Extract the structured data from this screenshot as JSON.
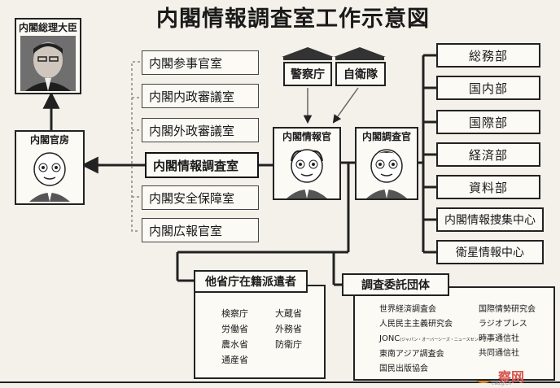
{
  "title": "内閣情報調査室工作示意図",
  "pm": {
    "label": "内閣総理大臣"
  },
  "cabinet_secretariat": {
    "label": "内閣官房"
  },
  "secretariat_offices": [
    "内閣参事官室",
    "内閣内政審議室",
    "内閣外政審議室",
    "内閣情報調査室",
    "内閣安全保障室",
    "内閣広報官室"
  ],
  "agencies": [
    "警察庁",
    "自衛隊"
  ],
  "director": {
    "label": "内閣情報官"
  },
  "investigator": {
    "label": "内閣調査官"
  },
  "departments": [
    "総務部",
    "国内部",
    "国際部",
    "経済部",
    "資料部",
    "内閣情報捜集中心",
    "衛星情報中心"
  ],
  "seconded": {
    "header": "他省庁在籍派遣者",
    "col1": [
      "検察庁",
      "労働省",
      "農水省",
      "通産省"
    ],
    "col2": [
      "大蔵省",
      "外務省",
      "防衛庁"
    ]
  },
  "commissioned": {
    "header": "調査委託団体",
    "col1": [
      "世界経済調査会",
      "人民民主主義研究会",
      "JONC",
      "東南アジア調査会",
      "国民出版協会"
    ],
    "jonc_note": "(ジャパン・オーバーシーズ・ニュースセンター)",
    "col2": [
      "国際情勢研究会",
      "ラジオプレス",
      "時事通信社",
      "共同通信社"
    ]
  },
  "watermark": "察网",
  "watermark_small": "cwzg.cn"
}
